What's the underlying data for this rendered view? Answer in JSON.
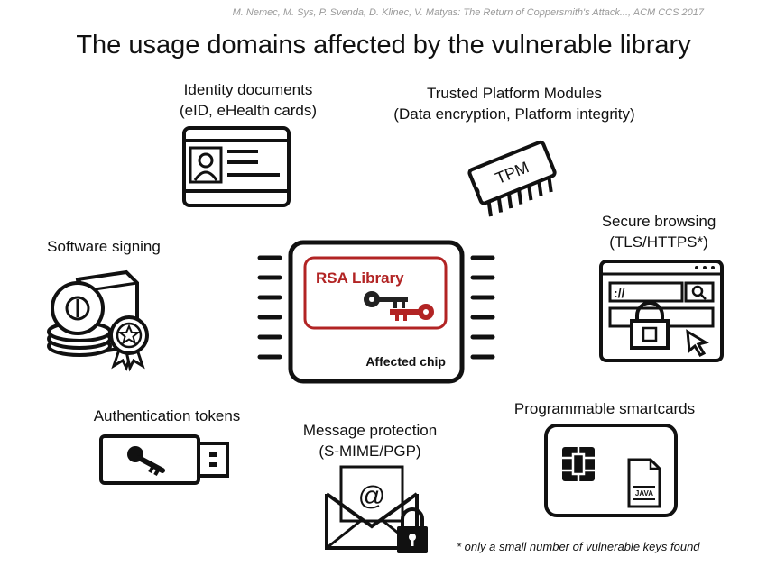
{
  "citation": "M. Nemec, M. Sys, P. Svenda, D. Klinec, V. Matyas: The Return of Coppersmith's Attack..., ACM CCS 2017",
  "title": "The usage domains affected by the vulnerable library",
  "center": {
    "library_label": "RSA Library",
    "chip_label": "Affected chip"
  },
  "domains": {
    "identity": {
      "line1": "Identity documents",
      "line2": "(eID, eHealth cards)",
      "icon": "id-card-icon"
    },
    "tpm": {
      "line1": "Trusted Platform Modules",
      "line2": "(Data encryption, Platform integrity)",
      "icon": "tpm-chip-icon",
      "chip_text": "TPM"
    },
    "software": {
      "line1": "Software signing",
      "icon": "software-signing-icon"
    },
    "browsing": {
      "line1": "Secure browsing",
      "line2": "(TLS/HTTPS*)",
      "icon": "browser-lock-icon",
      "url_text": "://"
    },
    "tokens": {
      "line1": "Authentication tokens",
      "icon": "usb-key-icon"
    },
    "message": {
      "line1": "Message protection",
      "line2": "(S-MIME/PGP)",
      "icon": "envelope-lock-icon",
      "at_text": "@"
    },
    "smartcards": {
      "line1": "Programmable smartcards",
      "icon": "smartcard-icon",
      "file_text": "JAVA"
    }
  },
  "footnote": "* only a small number of vulnerable keys found",
  "colors": {
    "accent": "#b22424",
    "text": "#111111",
    "muted": "#9a9a9a"
  }
}
